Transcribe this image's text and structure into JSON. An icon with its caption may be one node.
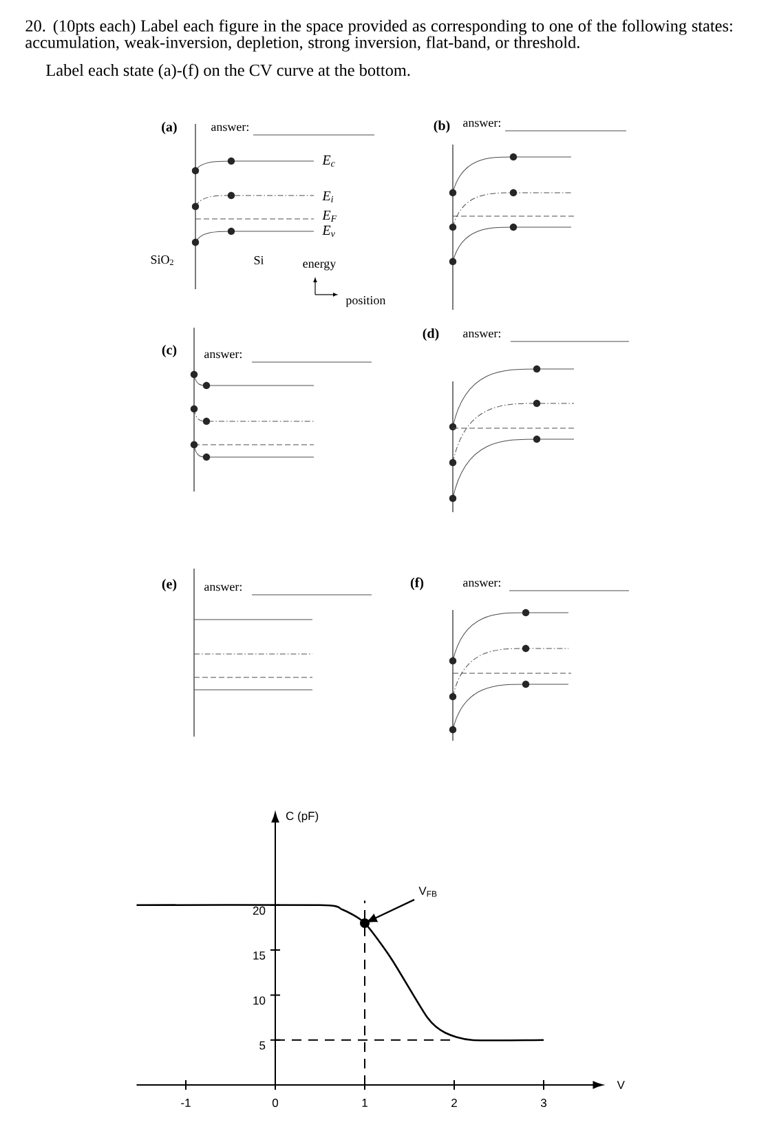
{
  "diagram": {
    "title": "20. (10pts each) Label each figure in the space provided as corresponding to one of the following states: accumulation, weak-inversion, depletion, strong inversion, flat-band, or threshold.",
    "labels": [
      "Label each state (a)-(f) on the CV curve at the bottom.",
      "(a)",
      "answer:",
      "E$_{c}$",
      "E$_{i}$",
      "E$_{F}$",
      "E$_{v}$",
      "SiO$_{2}$",
      "Si",
      "energy",
      "position",
      "(b)",
      "answer:",
      "(c)",
      "answer:",
      "(d)",
      "answer:",
      "(e)",
      "answer:",
      "(f)",
      "answer:"
    ],
    "chart_data": {
      "type": "line",
      "xlabel": "V",
      "ylabel": "C (pF)",
      "x": [
        -1.55,
        0.5,
        0.75,
        1,
        1.3,
        1.7,
        1.9,
        2.2,
        3
      ],
      "series": [
        {
          "color": "#000000",
          "values": [
            20,
            20,
            19.5,
            18,
            14,
            7.5,
            5.8,
            5,
            5
          ]
        }
      ],
      "xlim": [
        -1.55,
        3.55
      ],
      "ylim": [
        0,
        29.2
      ],
      "xticks": [
        -1,
        0,
        1,
        2,
        3
      ],
      "yticks": [
        5,
        10,
        15,
        20
      ],
      "annotations": [
        {
          "text": "V$_{FB}$",
          "x": 1,
          "y": 18
        }
      ],
      "ref_lines": [
        {
          "axis": "x",
          "value": 1
        },
        {
          "axis": "y",
          "value": 5
        }
      ]
    }
  }
}
